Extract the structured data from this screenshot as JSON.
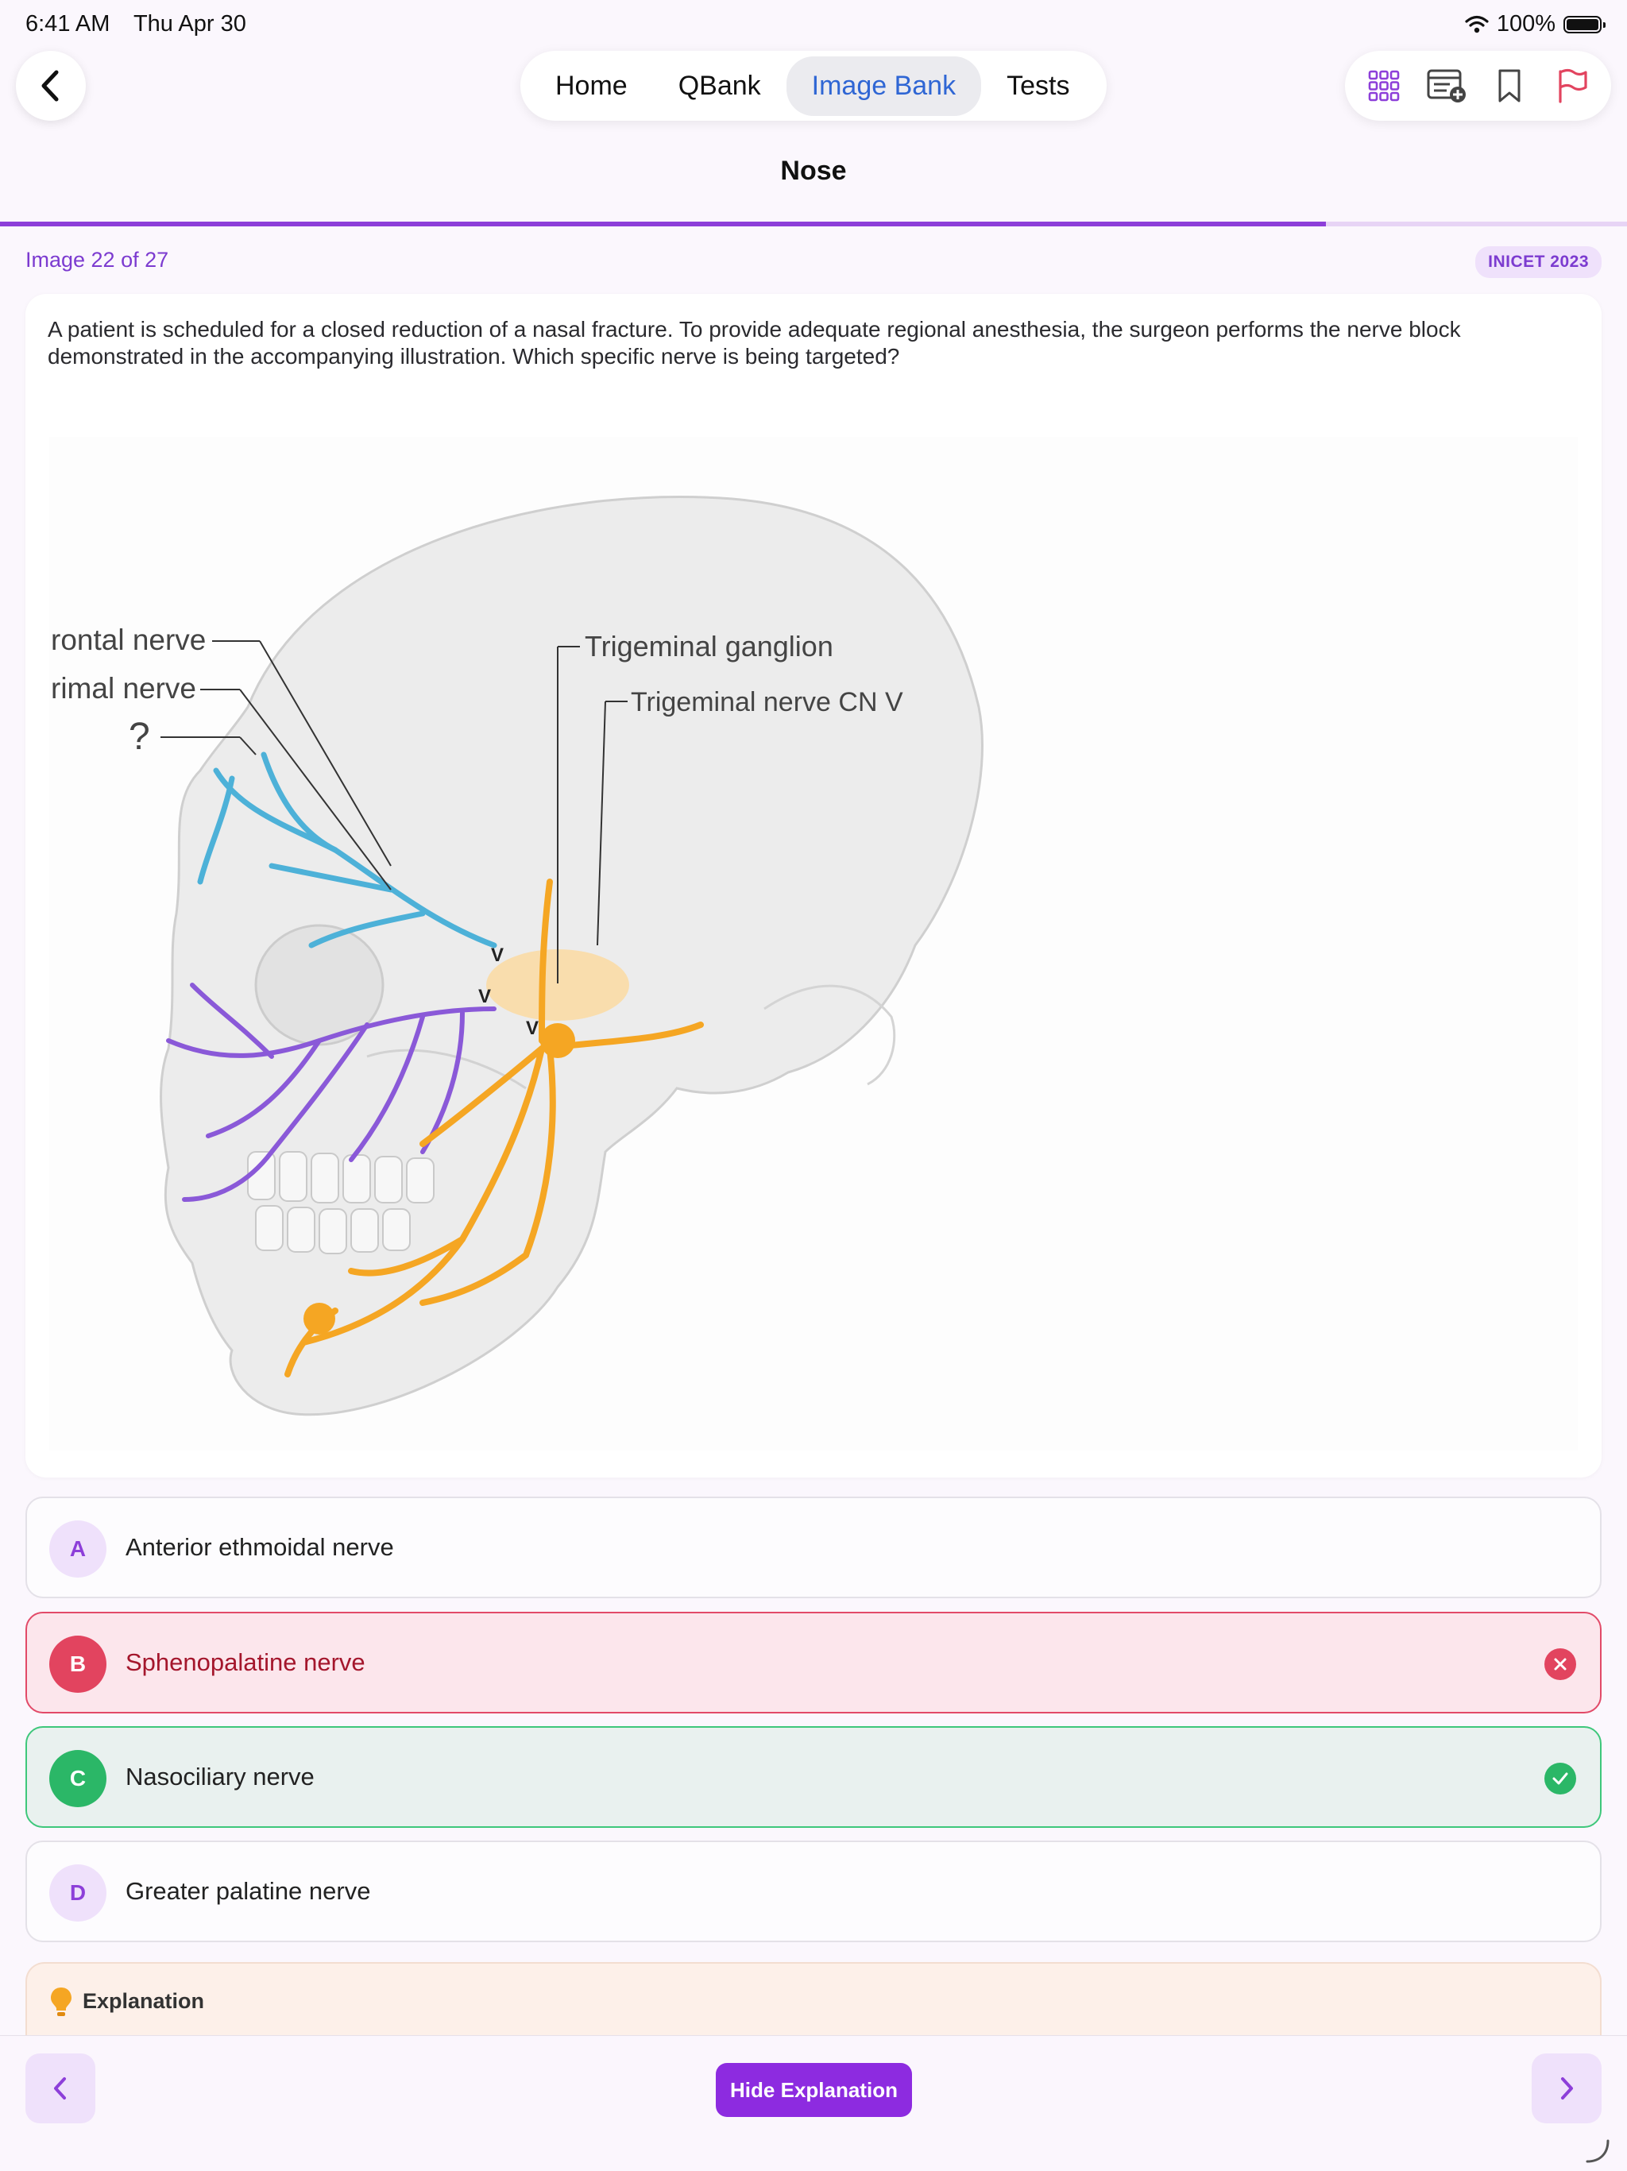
{
  "status_bar": {
    "time": "6:41 AM",
    "date": "Thu Apr 30",
    "battery": "100%"
  },
  "nav": {
    "tabs": [
      "Home",
      "QBank",
      "Image Bank",
      "Tests"
    ],
    "active_tab": "Image Bank"
  },
  "toolbar_icons": [
    "grid-icon",
    "add-note-icon",
    "bookmark-icon",
    "flag-icon"
  ],
  "page": {
    "title": "Nose",
    "progress": 0.815
  },
  "image_info": {
    "counter": "Image 22 of 27",
    "exam_tag": "INICET 2023"
  },
  "question": {
    "text": "A patient is scheduled for a closed reduction of a nasal fracture. To provide adequate regional anesthesia, the surgeon performs the nerve block demonstrated in the accompanying illustration. Which specific nerve is being targeted?"
  },
  "figure": {
    "labels": {
      "frontal": "rontal nerve",
      "lacrimal": "rimal nerve",
      "unknown": "?",
      "ganglion": "Trigeminal ganglion",
      "trigeminal": "Trigeminal nerve CN V",
      "v1": "V",
      "v2": "V",
      "v3": "V"
    }
  },
  "options": [
    {
      "letter": "A",
      "text": "Anterior ethmoidal nerve",
      "state": "neutral"
    },
    {
      "letter": "B",
      "text": "Sphenopalatine nerve",
      "state": "wrong"
    },
    {
      "letter": "C",
      "text": "Nasociliary nerve",
      "state": "correct"
    },
    {
      "letter": "D",
      "text": "Greater palatine nerve",
      "state": "neutral"
    }
  ],
  "explanation": {
    "title": "Explanation"
  },
  "bottom": {
    "hide_label": "Hide Explanation"
  },
  "colors": {
    "accent": "#8d2be0",
    "wrong": "#e2445f",
    "correct": "#2bb767",
    "link_blue": "#2f66d4"
  }
}
